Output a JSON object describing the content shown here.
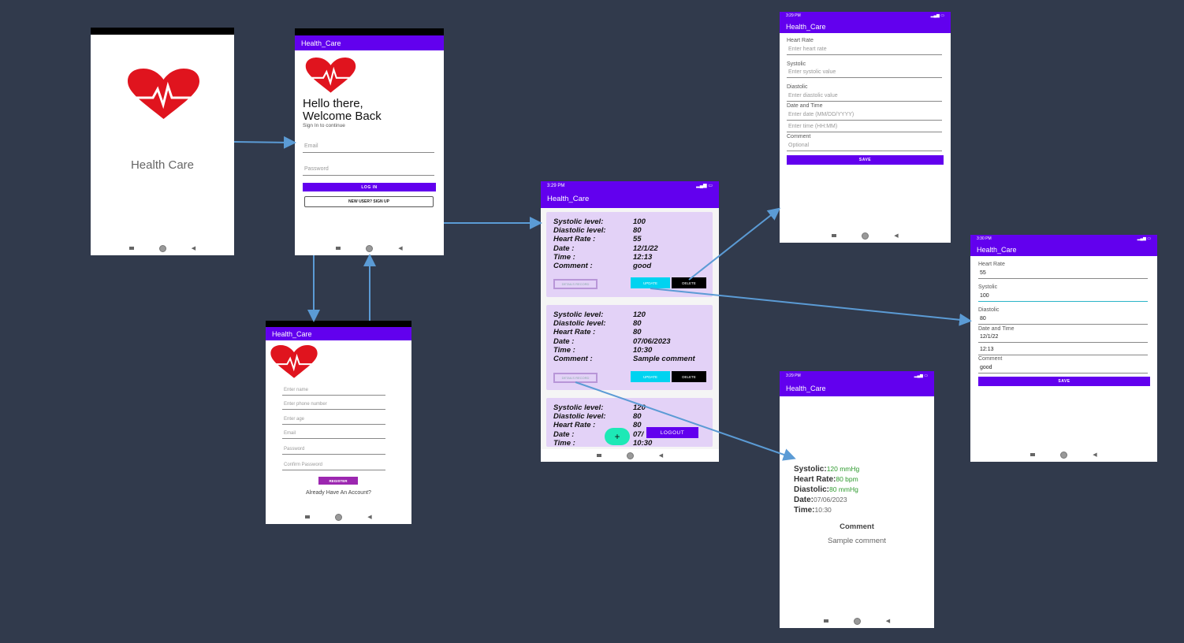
{
  "splash": {
    "title": "Health Care"
  },
  "login": {
    "appbar": "Health_Care",
    "greeting_line1": "Hello there,",
    "greeting_line2": "Welcome Back",
    "subtitle": "Sign In to continue",
    "email_placeholder": "Email",
    "password_placeholder": "Password",
    "login_button": "LOG IN",
    "signup_button": "NEW USER? SIGN UP"
  },
  "register": {
    "appbar": "Health_Care",
    "name_placeholder": "Enter name",
    "phone_placeholder": "Enter phone number",
    "age_placeholder": "Enter age",
    "email_placeholder": "Email",
    "password_placeholder": "Password",
    "confirm_placeholder": "Confirm Password",
    "register_button": "REGISTER",
    "login_link": "Already Have An Account?"
  },
  "list": {
    "status_time": "3:29 PM",
    "appbar": "Health_Care",
    "labels": {
      "systolic": "Systolic level:",
      "diastolic": "Diastolic level:",
      "heart_rate": "Heart Rate :",
      "date": "Date :",
      "time": "Time :",
      "comment": "Comment :"
    },
    "records": [
      {
        "systolic": "100",
        "diastolic": "80",
        "heart_rate": "55",
        "date": "12/1/22",
        "time": "12:13",
        "comment": "good"
      },
      {
        "systolic": "120",
        "diastolic": "80",
        "heart_rate": "80",
        "date": "07/06/2023",
        "time": "10:30",
        "comment": "Sample comment"
      },
      {
        "systolic": "120",
        "diastolic": "80",
        "heart_rate": "80",
        "date": "07/",
        "time": "10:30"
      }
    ],
    "details_button": "DETAILS RECORD",
    "update_button": "UPDATE",
    "delete_button": "DELETE",
    "fab_label": "+",
    "logout_button": "LOGOUT"
  },
  "add_form": {
    "status_time": "3:29 PM",
    "appbar": "Health_Care",
    "heart_rate_label": "Heart Rate",
    "heart_rate_placeholder": "Enter heart rate",
    "systolic_label": "Systolic",
    "systolic_placeholder": "Enter systolic value",
    "diastolic_label": "Diastolic",
    "diastolic_placeholder": "Enter diastolic value",
    "datetime_label": "Date and Time",
    "date_placeholder": "Enter date (MM/DD/YYYY)",
    "time_placeholder": "Enter time (HH:MM)",
    "comment_label": "Comment",
    "comment_placeholder": "Optional",
    "save_button": "SAVE"
  },
  "edit_form": {
    "status_time": "3:30 PM",
    "appbar": "Health_Care",
    "heart_rate_label": "Heart Rate",
    "heart_rate_value": "55",
    "systolic_label": "Systolic",
    "systolic_value": "100",
    "diastolic_label": "Diastolic",
    "diastolic_value": "80",
    "datetime_label": "Date and Time",
    "date_value": "12/1/22",
    "time_value": "12:13",
    "comment_label": "Comment",
    "comment_value": "good",
    "save_button": "SAVE"
  },
  "details": {
    "status_time": "3:29 PM",
    "appbar": "Health_Care",
    "systolic_label": "Systolic:",
    "systolic_value": "120 mmHg",
    "heart_rate_label": "Heart Rate:",
    "heart_rate_value": "80 bpm",
    "diastolic_label": "Diastolic:",
    "diastolic_value": "80 mmHg",
    "date_label": "Date:",
    "date_value": "07/06/2023",
    "time_label": "Time:",
    "time_value": "10:30",
    "comment_heading": "Comment",
    "comment_text": "Sample comment"
  },
  "colors": {
    "background": "#313a4c",
    "primary": "#6200ee",
    "card": "#e3d2f7",
    "update": "#00d3f0",
    "arrow": "#5b9bd5",
    "heart": "#e0141e",
    "detail_value": "#2e9a2e"
  }
}
